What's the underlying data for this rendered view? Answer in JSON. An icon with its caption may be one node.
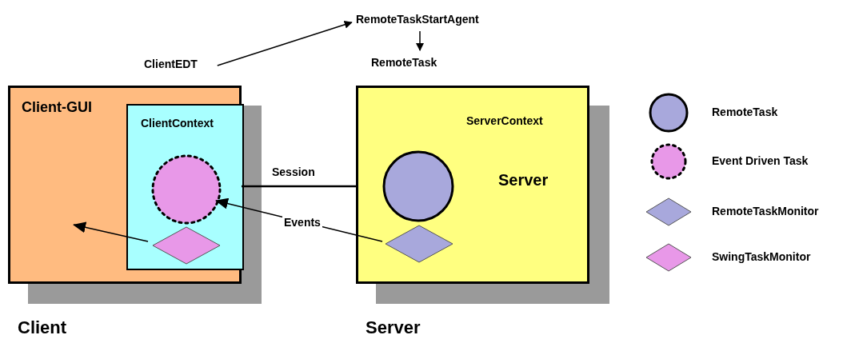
{
  "diagram": {
    "nodes": [
      {
        "text": [
          "ClientEDT"
        ]
      },
      {
        "text": [
          "RemoteTaskStartAgent"
        ]
      },
      {
        "text": [
          "RemoteTask"
        ]
      },
      {
        "text": [
          "Client-GUI"
        ],
        "beside": [
          "Client"
        ]
      },
      {
        "text": [
          "ClientContext"
        ],
        "in": 3
      },
      {
        "text": [
          "ServerContext",
          "Server"
        ],
        "beside": [
          "Server"
        ]
      },
      {
        "text": [],
        "shape": "circle",
        "in": 4
      },
      {
        "text": [],
        "shape": "diamond",
        "in": 4
      },
      {
        "text": [],
        "shape": "circle",
        "in": 5
      },
      {
        "text": [],
        "shape": "diamond",
        "in": 5
      }
    ],
    "edges": [
      {
        "from": 0,
        "to": 1,
        "arrow": "to"
      },
      {
        "from": 1,
        "to": 2,
        "arrow": "to"
      },
      {
        "from": 4,
        "to": 5,
        "arrow": "none",
        "label": "Session"
      },
      {
        "from": 9,
        "to": 6,
        "arrow": "to",
        "label": "Events"
      },
      {
        "from": 7,
        "to": 3,
        "arrow": "to"
      }
    ],
    "legend": [
      {
        "text": "RemoteTask"
      },
      {
        "text": "Event Driven Task"
      },
      {
        "text": "RemoteTaskMonitor"
      },
      {
        "text": "SwingTaskMonitor"
      }
    ]
  }
}
